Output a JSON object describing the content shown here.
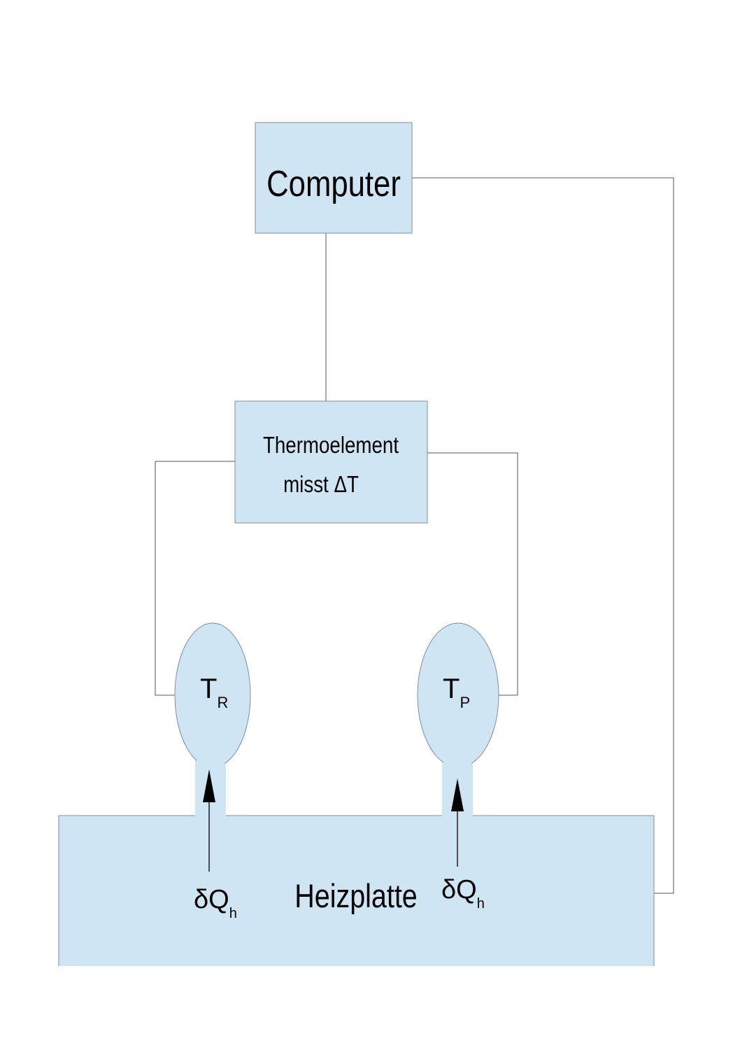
{
  "diagram": {
    "computer_label": "Computer",
    "thermo_line1": "Thermoelement",
    "thermo_line2": "misst ΔT",
    "ref_sensor": {
      "main": "T",
      "sub": "R"
    },
    "probe_sensor": {
      "main": "T",
      "sub": "P"
    },
    "heater_label": "Heizplatte",
    "heat_left": {
      "main": "δQ",
      "sub": "h"
    },
    "heat_right": {
      "main": "δQ",
      "sub": "h"
    }
  },
  "colors": {
    "box_fill": "#cfe5f3",
    "box_stroke": "#7f8ea0",
    "line": "#555555",
    "arrow": "#000000"
  }
}
